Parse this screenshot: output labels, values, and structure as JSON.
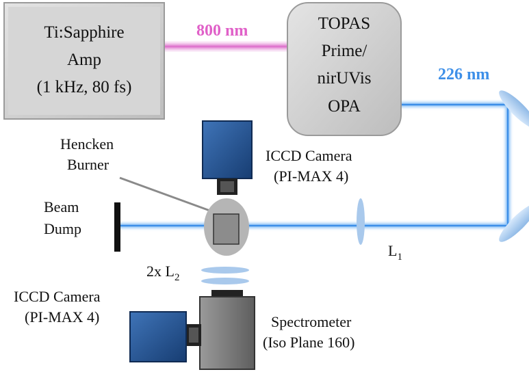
{
  "laser": {
    "line1": "Ti:Sapphire",
    "line2": "Amp",
    "line3": "(1 kHz, 80 fs)"
  },
  "opa": {
    "line1": "TOPAS",
    "line2": "Prime/",
    "line3": "nirUVis",
    "line4": "OPA"
  },
  "beams": {
    "pump_label": "800 nm",
    "uv_label": "226 nm",
    "pump_color": "#e060c8",
    "uv_color": "#3d8fe8"
  },
  "burner": {
    "line1": "Hencken",
    "line2": "Burner"
  },
  "beam_dump": {
    "line1": "Beam",
    "line2": "Dump"
  },
  "camera_top": {
    "line1": "ICCD Camera",
    "line2": "(PI-MAX 4)"
  },
  "camera_bottom": {
    "line1": "ICCD Camera",
    "line2": "(PI-MAX 4)"
  },
  "spectrometer": {
    "line1": "Spectrometer",
    "line2": "(Iso Plane 160)"
  },
  "lens1": {
    "label": "L",
    "sub": "1"
  },
  "lens2": {
    "label": "2x L",
    "sub": "2"
  },
  "colors": {
    "box_face": "#cfcfcf",
    "camera_blue": "#1f4f8f",
    "spectrometer_gray": "#7a7a7a"
  }
}
